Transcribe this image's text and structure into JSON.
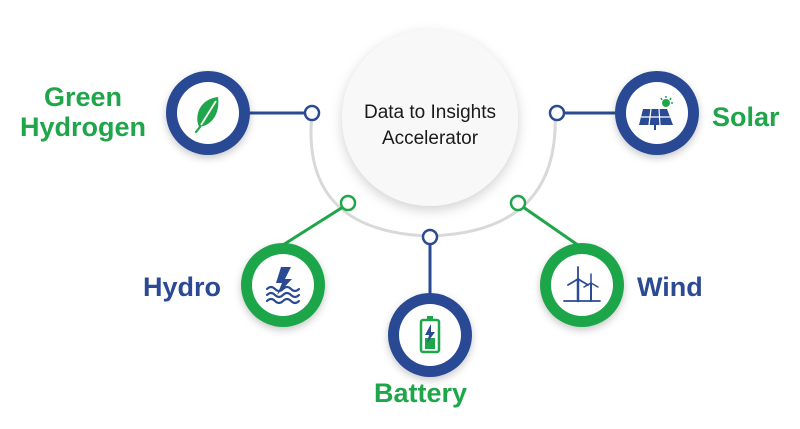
{
  "center": {
    "line1": "Data to Insights",
    "line2": "Accelerator"
  },
  "nodes": [
    {
      "id": "green-hydrogen",
      "line1": "Green",
      "line2": "Hydrogen",
      "icon": "leaf-icon",
      "ring": "navy",
      "label_color": "green"
    },
    {
      "id": "solar",
      "line1": "Solar",
      "icon": "solar-panel-icon",
      "ring": "navy",
      "label_color": "green"
    },
    {
      "id": "hydro",
      "line1": "Hydro",
      "icon": "hydro-water-icon",
      "ring": "green",
      "label_color": "navy"
    },
    {
      "id": "battery",
      "line1": "Battery",
      "icon": "battery-icon",
      "ring": "navy",
      "label_color": "green"
    },
    {
      "id": "wind",
      "line1": "Wind",
      "icon": "wind-turbine-icon",
      "ring": "green",
      "label_color": "navy"
    }
  ],
  "colors": {
    "navy": "#2a4a94",
    "green": "#1fa54a",
    "connector_gray": "#d9d9d9",
    "center_text": "#1a1a1a"
  }
}
